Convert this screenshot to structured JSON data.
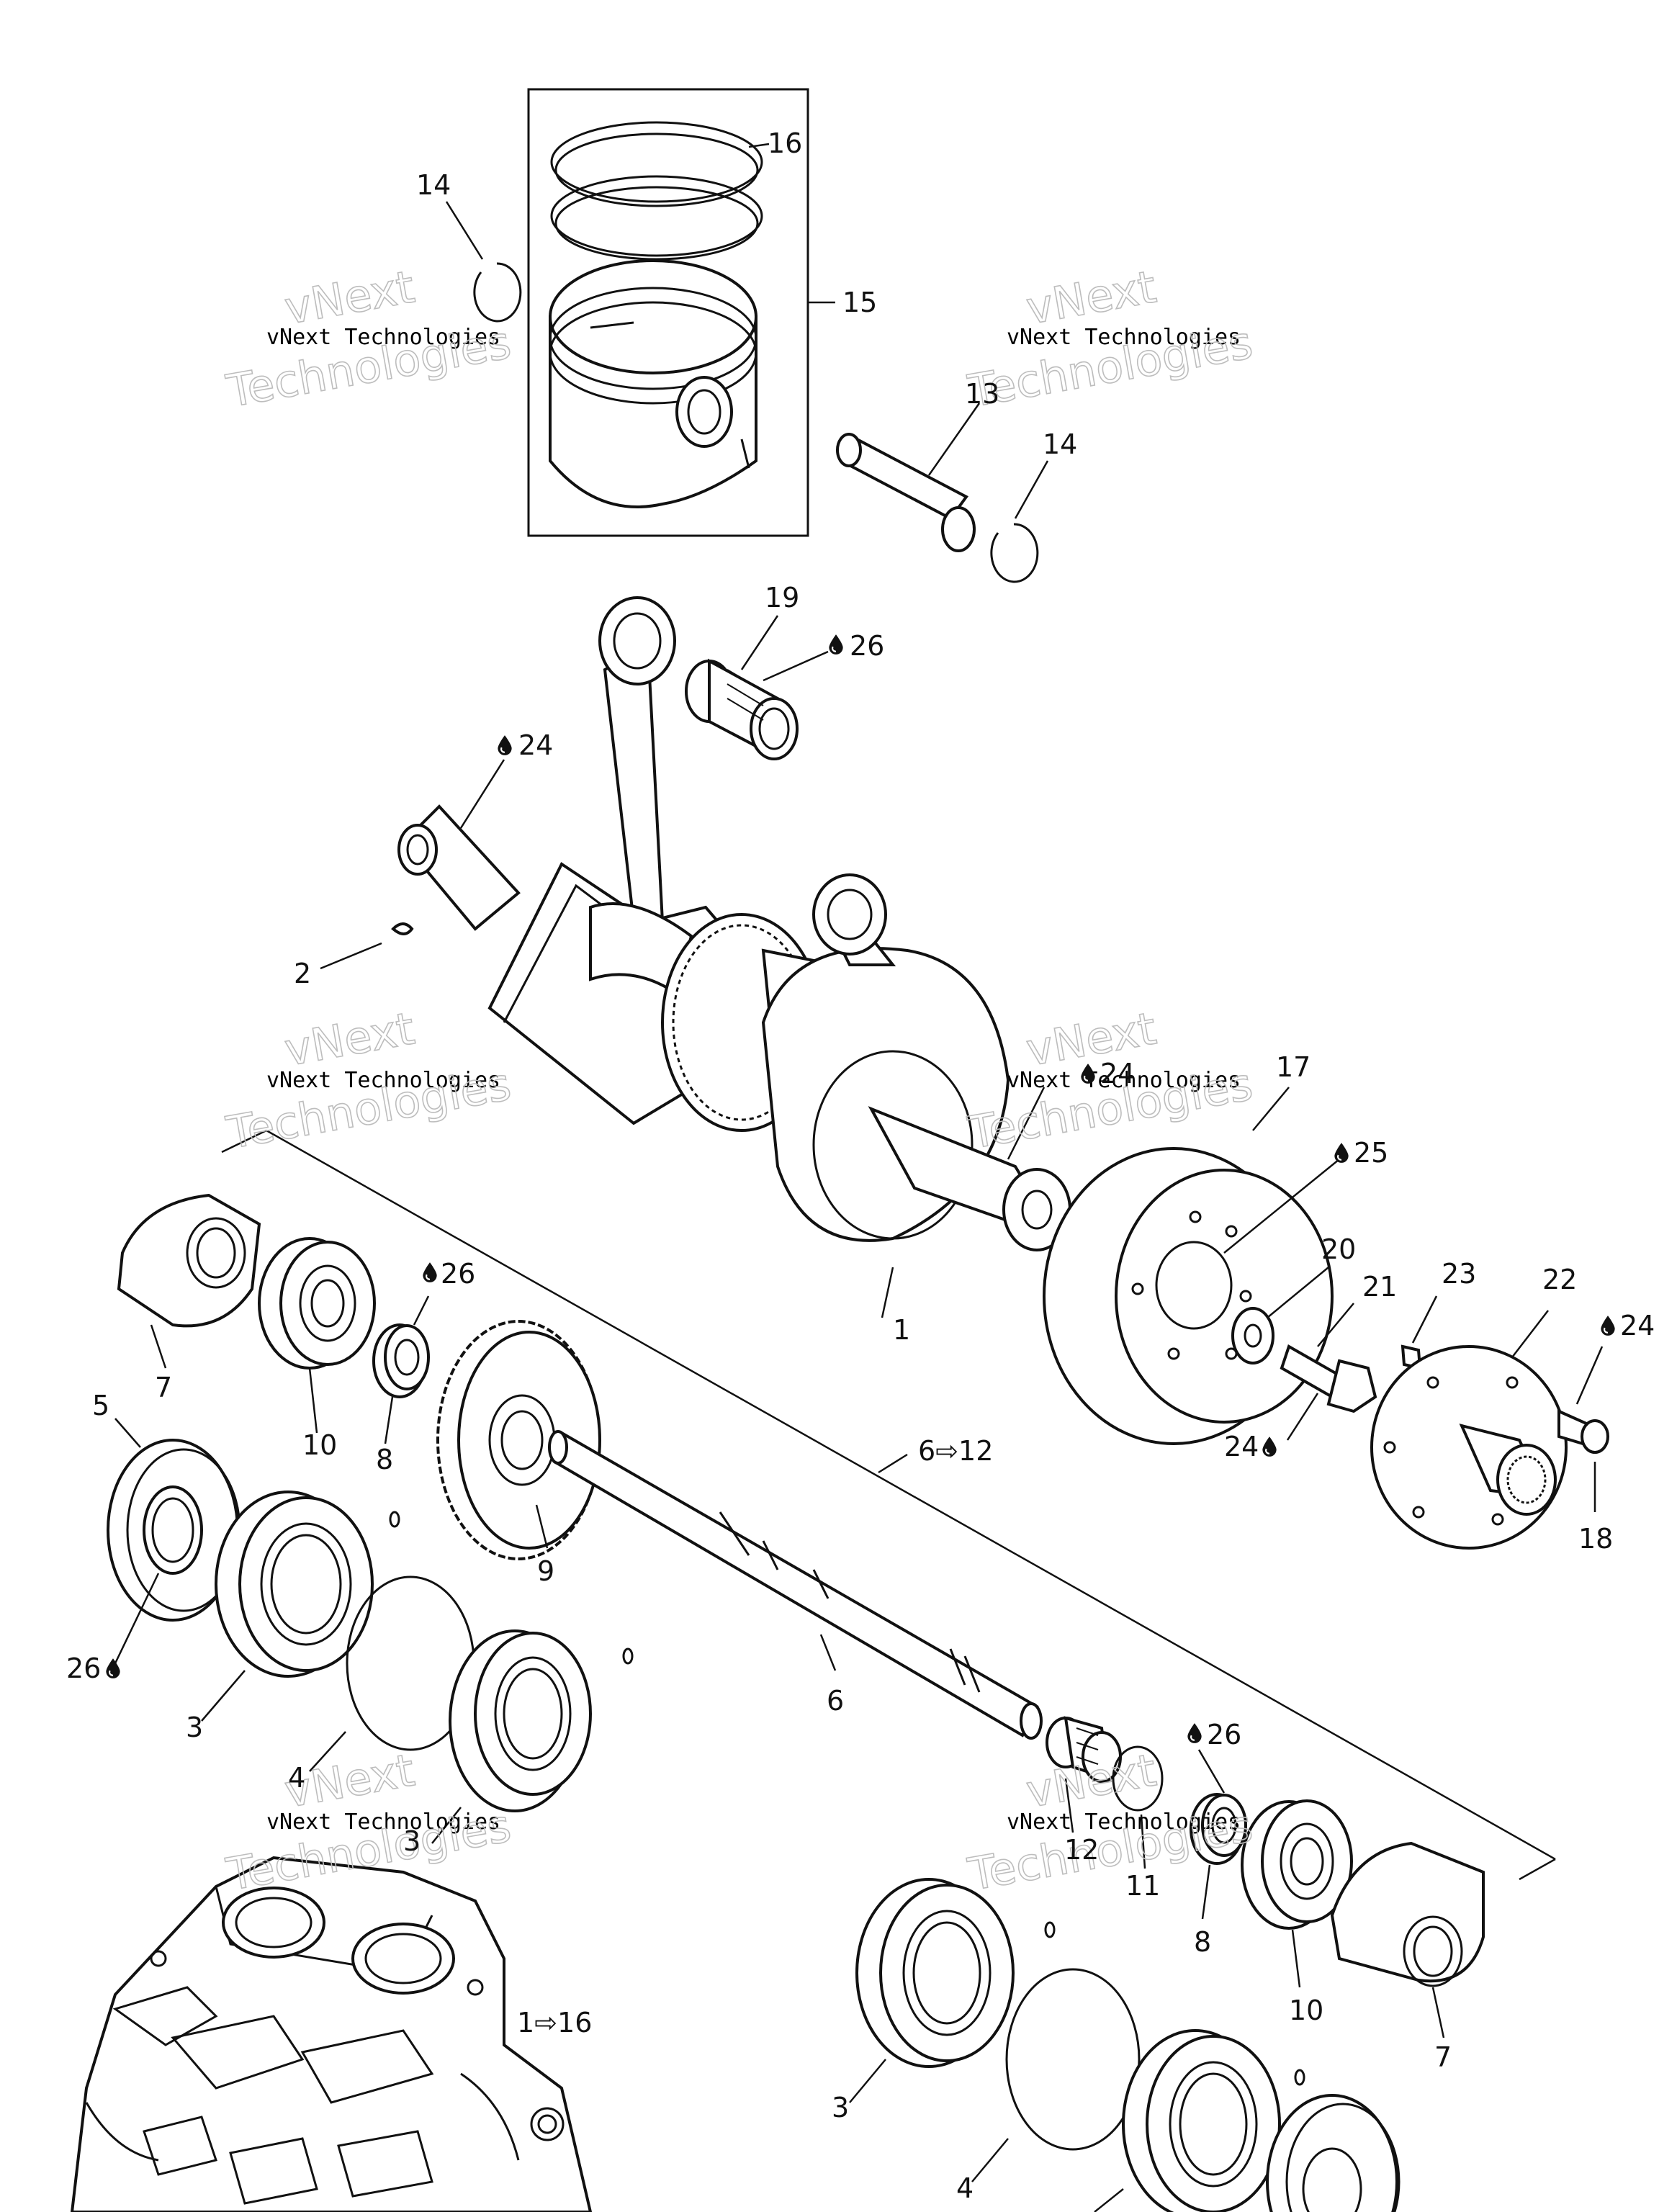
{
  "watermark": {
    "line": "vNext Technologies",
    "word1": "vNext",
    "word2": "Technologies"
  },
  "callouts": [
    {
      "id": "c1",
      "text": "1",
      "oil": false
    },
    {
      "id": "c2",
      "text": "2",
      "oil": false
    },
    {
      "id": "c3a",
      "text": "3",
      "oil": false
    },
    {
      "id": "c3b",
      "text": "3",
      "oil": false
    },
    {
      "id": "c3c",
      "text": "3",
      "oil": false
    },
    {
      "id": "c4a",
      "text": "4",
      "oil": false
    },
    {
      "id": "c4b",
      "text": "4",
      "oil": false
    },
    {
      "id": "c5",
      "text": "5",
      "oil": false
    },
    {
      "id": "c6",
      "text": "6",
      "oil": false
    },
    {
      "id": "c6r",
      "text": "6⇨12",
      "oil": false
    },
    {
      "id": "c7a",
      "text": "7",
      "oil": false
    },
    {
      "id": "c7b",
      "text": "7",
      "oil": false
    },
    {
      "id": "c8a",
      "text": "8",
      "oil": false
    },
    {
      "id": "c8b",
      "text": "8",
      "oil": false
    },
    {
      "id": "c9",
      "text": "9",
      "oil": false
    },
    {
      "id": "c10a",
      "text": "10",
      "oil": false
    },
    {
      "id": "c10b",
      "text": "10",
      "oil": false
    },
    {
      "id": "c11",
      "text": "11",
      "oil": false
    },
    {
      "id": "c12",
      "text": "12",
      "oil": false
    },
    {
      "id": "c13",
      "text": "13",
      "oil": false
    },
    {
      "id": "c14a",
      "text": "14",
      "oil": false
    },
    {
      "id": "c14b",
      "text": "14",
      "oil": false
    },
    {
      "id": "c15",
      "text": "15",
      "oil": false
    },
    {
      "id": "c16",
      "text": "16",
      "oil": false
    },
    {
      "id": "c17",
      "text": "17",
      "oil": false
    },
    {
      "id": "c18",
      "text": "18",
      "oil": false
    },
    {
      "id": "c19",
      "text": "19",
      "oil": false
    },
    {
      "id": "c20",
      "text": "20",
      "oil": false
    },
    {
      "id": "c21",
      "text": "21",
      "oil": false
    },
    {
      "id": "c22",
      "text": "22",
      "oil": false
    },
    {
      "id": "c23",
      "text": "23",
      "oil": false
    },
    {
      "id": "c24a",
      "text": "24",
      "oil": true
    },
    {
      "id": "c24b",
      "text": "24",
      "oil": true
    },
    {
      "id": "c24c",
      "text": "24",
      "oil": true
    },
    {
      "id": "c24d",
      "text": "24",
      "oil": true
    },
    {
      "id": "c25",
      "text": "25",
      "oil": true
    },
    {
      "id": "c26a",
      "text": "26",
      "oil": true
    },
    {
      "id": "c26b",
      "text": "26",
      "oil": true
    },
    {
      "id": "c26c",
      "text": "26",
      "oil": true
    },
    {
      "id": "c26d",
      "text": "26",
      "oil": true
    },
    {
      "id": "c116",
      "text": "1⇨16",
      "oil": false
    }
  ]
}
